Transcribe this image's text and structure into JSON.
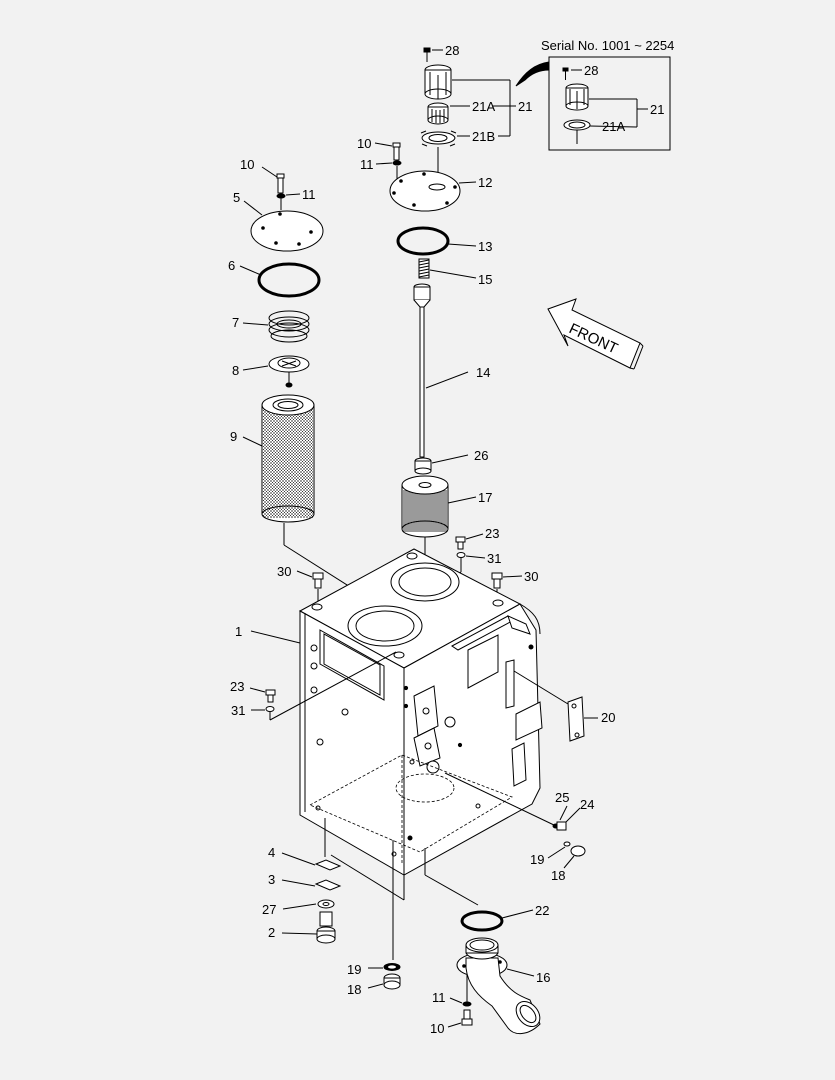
{
  "inset": {
    "title": "Serial No. 1001 ~ 2254",
    "callouts": [
      "28",
      "21A",
      "21"
    ]
  },
  "arrow_label": "FRONT",
  "callouts": {
    "p1": "1",
    "p2": "2",
    "p3": "3",
    "p4": "4",
    "p5": "5",
    "p6": "6",
    "p7": "7",
    "p8": "8",
    "p9": "9",
    "p10a": "10",
    "p10b": "10",
    "p10c": "10",
    "p11a": "11",
    "p11b": "11",
    "p11c": "11",
    "p12": "12",
    "p13": "13",
    "p14": "14",
    "p15": "15",
    "p16": "16",
    "p17": "17",
    "p18a": "18",
    "p18b": "18",
    "p19a": "19",
    "p19b": "19",
    "p20": "20",
    "p21": "21",
    "p21a": "21A",
    "p21b": "21B",
    "p22": "22",
    "p23a": "23",
    "p23b": "23",
    "p24": "24",
    "p25": "25",
    "p26": "26",
    "p27": "27",
    "p28": "28",
    "p30a": "30",
    "p30b": "30",
    "p31a": "31",
    "p31b": "31"
  }
}
